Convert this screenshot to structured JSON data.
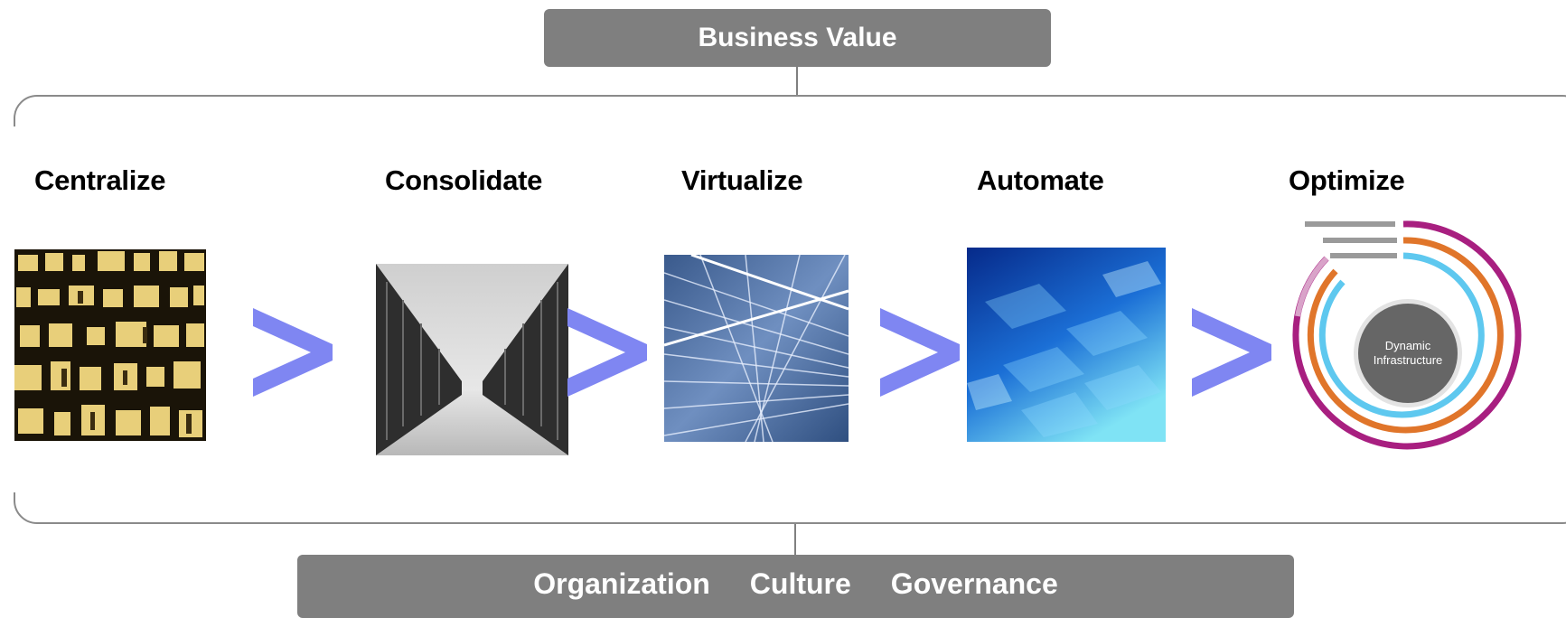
{
  "header": {
    "title": "Business Value"
  },
  "steps": [
    {
      "label": "Centralize",
      "image": "office-building-windows-image"
    },
    {
      "label": "Consolidate",
      "image": "data-center-corridor-image"
    },
    {
      "label": "Virtualize",
      "image": "blue-network-grid-image"
    },
    {
      "label": "Automate",
      "image": "blue-abstract-tiles-image"
    },
    {
      "label": "Optimize",
      "image": "dynamic-infrastructure-rings-image"
    }
  ],
  "optimize_graphic": {
    "center_text_line1": "Dynamic",
    "center_text_line2": "Infrastructure",
    "ring_colors": [
      "#a81f80",
      "#e0752a",
      "#5ec8ef"
    ],
    "center_color": "#666666"
  },
  "footer": {
    "items": [
      "Organization",
      "Culture",
      "Governance"
    ]
  },
  "colors": {
    "arrow": "#7f86f2",
    "box": "#7f7f7f",
    "bracket": "#8a8a8a"
  }
}
